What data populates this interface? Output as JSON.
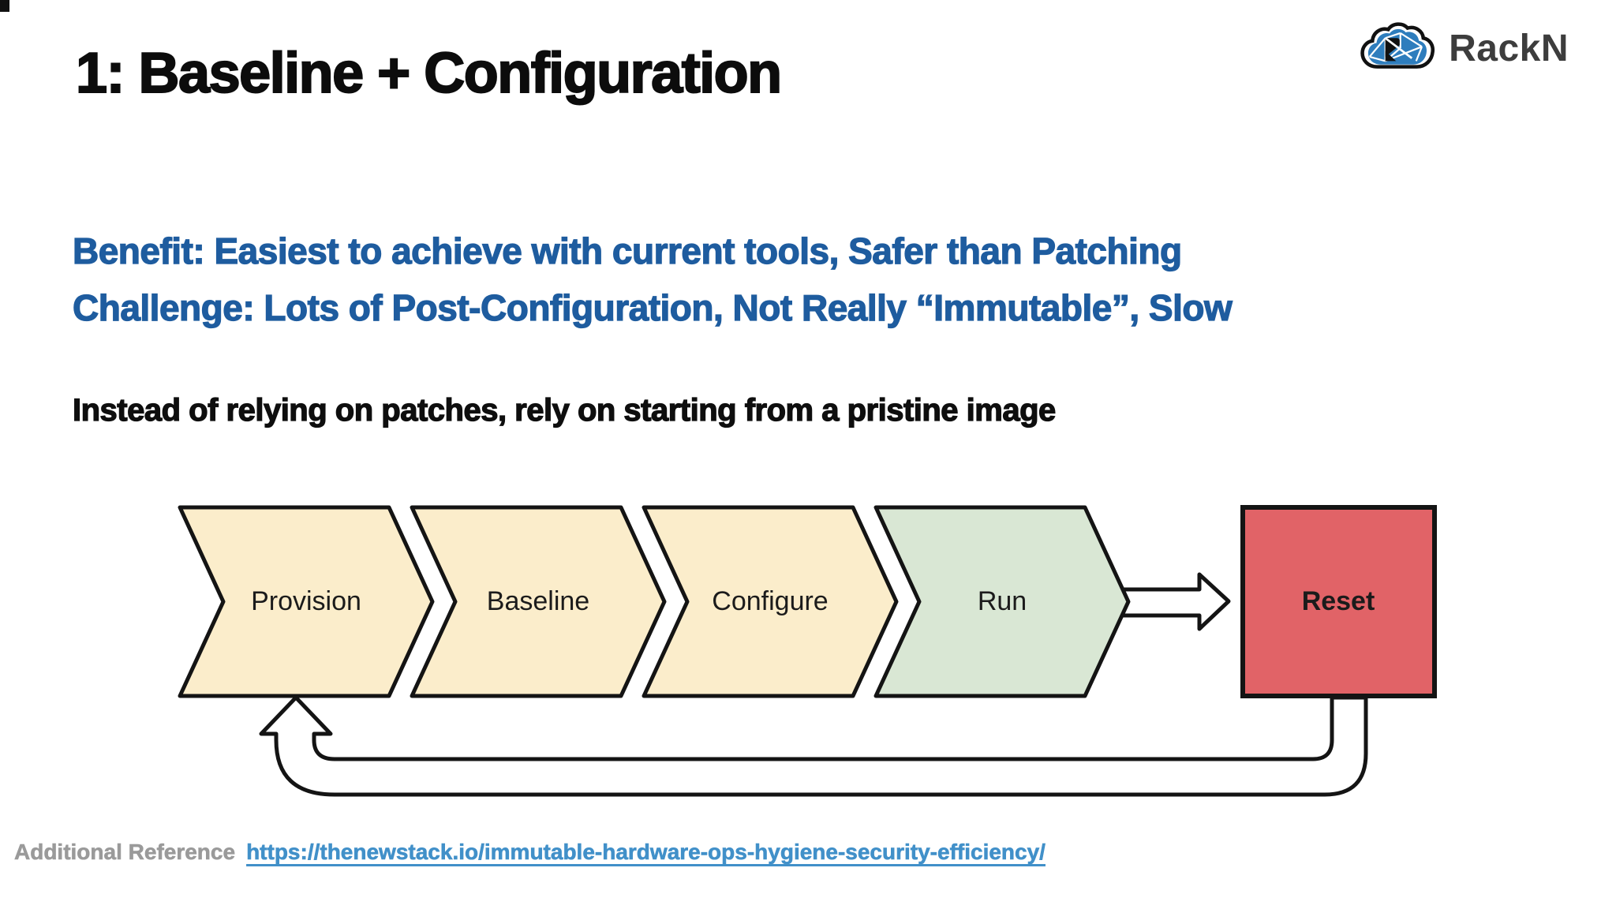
{
  "slide": {
    "title": "1: Baseline + Configuration",
    "benefit_line": "Benefit: Easiest to achieve with current tools, Safer than Patching",
    "challenge_line": "Challenge: Lots of Post-Configuration, Not Really “Immutable”, Slow",
    "statement": "Instead of relying on patches, rely on starting from a pristine image"
  },
  "logo": {
    "brand": "RackN"
  },
  "diagram": {
    "nodes": [
      {
        "id": "provision",
        "label": "Provision",
        "shape": "chevron",
        "fill": "#fbedcb"
      },
      {
        "id": "baseline",
        "label": "Baseline",
        "shape": "chevron",
        "fill": "#fbedcb"
      },
      {
        "id": "configure",
        "label": "Configure",
        "shape": "chevron",
        "fill": "#fbedcb"
      },
      {
        "id": "run",
        "label": "Run",
        "shape": "chevron",
        "fill": "#d9e7d4"
      },
      {
        "id": "reset",
        "label": "Reset",
        "shape": "rect",
        "fill": "#e16367"
      }
    ],
    "connections": [
      "Run → Reset",
      "Reset → Provision (return loop)"
    ]
  },
  "footer": {
    "label": "Additional Reference",
    "link": "https://thenewstack.io/immutable-hardware-ops-hygiene-security-efficiency/"
  },
  "colors": {
    "heading_blue": "#1e5c9f",
    "chevron_yellow": "#fbedcb",
    "chevron_green": "#d9e7d4",
    "reset_red": "#e16367",
    "outline_black": "#141414",
    "link_blue": "#4190c9",
    "footer_gray": "#9a9a9a"
  }
}
